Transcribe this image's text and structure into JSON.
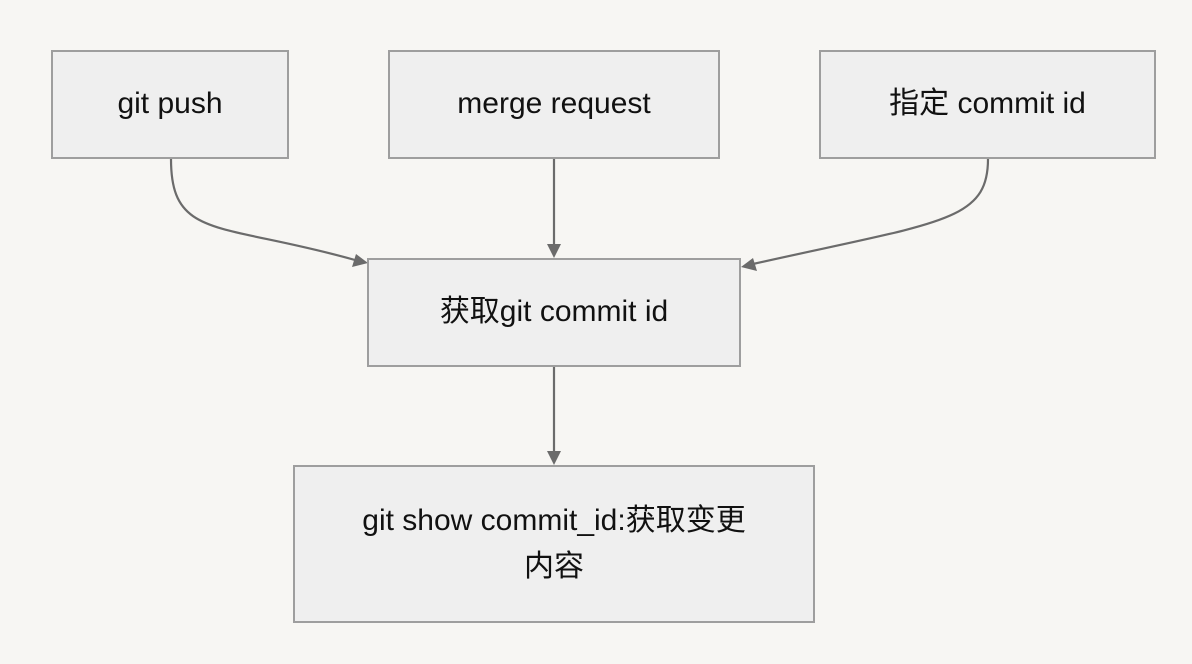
{
  "diagram": {
    "nodes": [
      {
        "id": "git-push",
        "label": "git push"
      },
      {
        "id": "merge-request",
        "label": "merge request"
      },
      {
        "id": "specify-commit",
        "label": "指定 commit id"
      },
      {
        "id": "get-commit-id",
        "label": "获取git commit id"
      },
      {
        "id": "git-show",
        "label": "git show commit_id:获取变更内容"
      }
    ],
    "edges": [
      {
        "from": "git-push",
        "to": "get-commit-id"
      },
      {
        "from": "merge-request",
        "to": "get-commit-id"
      },
      {
        "from": "specify-commit",
        "to": "get-commit-id"
      },
      {
        "from": "get-commit-id",
        "to": "git-show"
      }
    ],
    "colors": {
      "background": "#f7f6f3",
      "node_fill": "#efefef",
      "node_border": "#9e9e9e",
      "edge": "#6b6b6b",
      "text": "#111111"
    }
  }
}
